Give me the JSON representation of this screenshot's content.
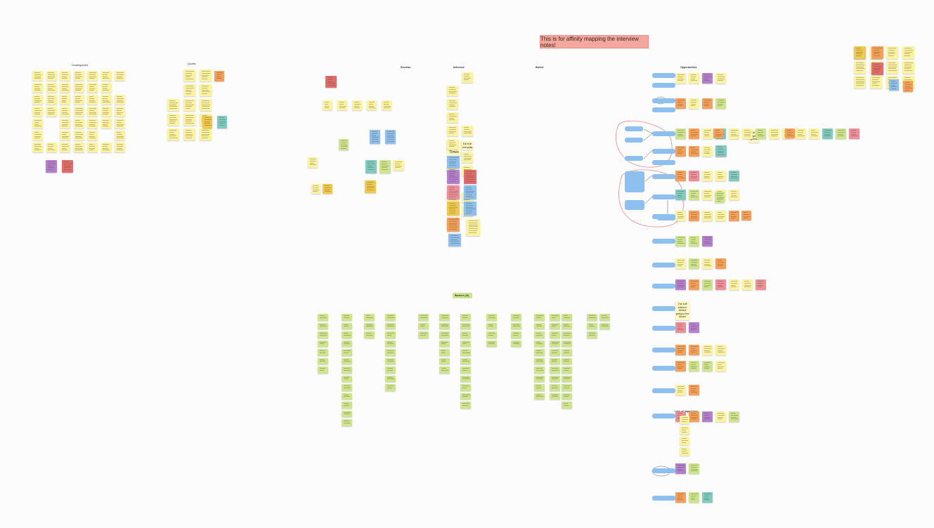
{
  "banner": "This is for affinity mapping the interview notes!",
  "sections": {
    "uncategorized": "Uncategorized",
    "quotes": "Quotes",
    "reviews": "Reviews",
    "influence": "Influence",
    "barrier": "Barrier",
    "opportunities": "Opportunities",
    "barriers_ui": "Barriers (UI)",
    "lack_of_impact": "Lack of impact fees"
  },
  "readable_notes": [
    "New York Times",
    "Eat fruit everyday",
    "The soft science behind going to the doctor",
    "grow to get goods"
  ],
  "colors": {
    "yellow": "#fbf3a2",
    "lightyellow": "#fdf7c0",
    "green": "#cfe48f",
    "orange": "#f5a05a",
    "blue": "#8ec0ef",
    "teal": "#7fcbc2",
    "purple": "#b57fcf",
    "pink": "#ec8f9b",
    "red": "#e06c6c",
    "gold": "#f0c94a",
    "banner": "#f4a79d"
  }
}
